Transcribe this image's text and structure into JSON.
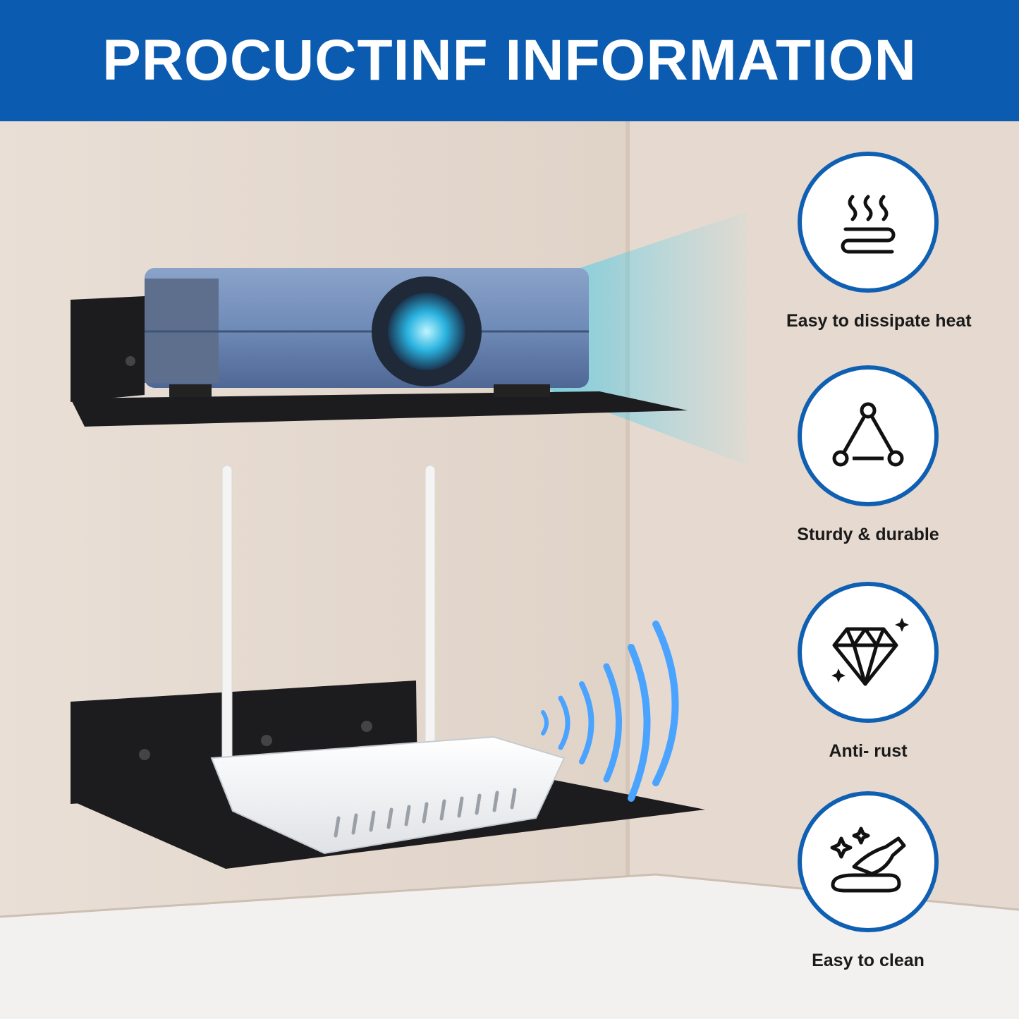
{
  "header": {
    "title": "PROCUCTINF INFORMATION"
  },
  "colors": {
    "banner": "#0b5cb0",
    "icon_ring": "#0f5fb3",
    "wall": "#e5d9cf",
    "shelf": "#1c1c1e"
  },
  "features": [
    {
      "label": "Easy to dissipate heat",
      "icon": "heat-waves-icon"
    },
    {
      "label": "Sturdy & durable",
      "icon": "triangle-nodes-icon"
    },
    {
      "label": "Anti- rust",
      "icon": "diamond-icon"
    },
    {
      "label": "Easy to clean",
      "icon": "hand-wipe-icon"
    }
  ]
}
